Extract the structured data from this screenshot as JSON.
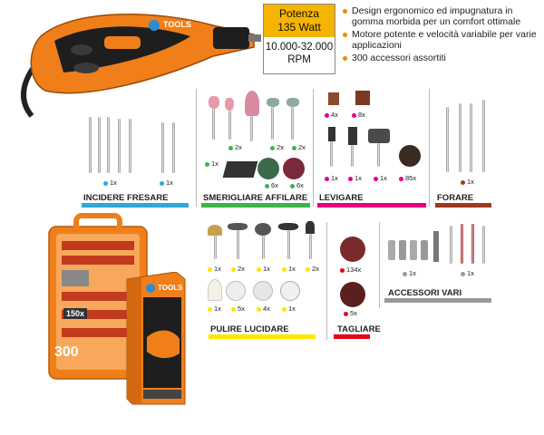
{
  "power_box": {
    "title_line1": "Potenza",
    "title_line2": "135 Watt",
    "rpm_line1": "10.000-32.000",
    "rpm_line2": "RPM"
  },
  "features": [
    "Design ergonomico ed impugnatura in gomma morbida per un comfort ottimale",
    "Motore potente e velocità variabile per varie applicazioni",
    "300 accessori assortiti"
  ],
  "tool": {
    "brand": "TOOLS"
  },
  "sections": {
    "incidere": {
      "label": "INCIDERE FRESARE",
      "color": "#29a9e0",
      "qty": [
        "1x",
        "1x"
      ]
    },
    "smerigliare": {
      "label": "SMERIGLIARE AFFILARE",
      "color": "#3cb44b",
      "qty": [
        "2x",
        "2x",
        "2x",
        "1x",
        "6x",
        "6x"
      ]
    },
    "levigare": {
      "label": "LEVIGARE",
      "color": "#e6007e",
      "qty": [
        "4x",
        "8x",
        "1x",
        "1x",
        "1x",
        "85x"
      ]
    },
    "forare": {
      "label": "FORARE",
      "color": "#a0391e",
      "qty": [
        "1x"
      ]
    },
    "pulire": {
      "label": "PULIRE LUCIDARE",
      "color": "#ffe600",
      "qty": [
        "1x",
        "2x",
        "1x",
        "1x",
        "2x",
        "1x",
        "5x",
        "4x",
        "1x"
      ]
    },
    "tagliare": {
      "label": "TAGLIARE",
      "color": "#e30613",
      "qty": [
        "134x",
        "5x"
      ]
    },
    "accessori": {
      "label": "ACCESSORI VARI",
      "color": "#999999",
      "qty": [
        "1x",
        "1x"
      ]
    }
  },
  "kit": {
    "count_main": "300",
    "count_badge": "150x",
    "box_brand": "TOOLS"
  },
  "colors": {
    "orange": "#f07f1a",
    "black": "#1e1e1e",
    "gold": "#f5b400"
  }
}
